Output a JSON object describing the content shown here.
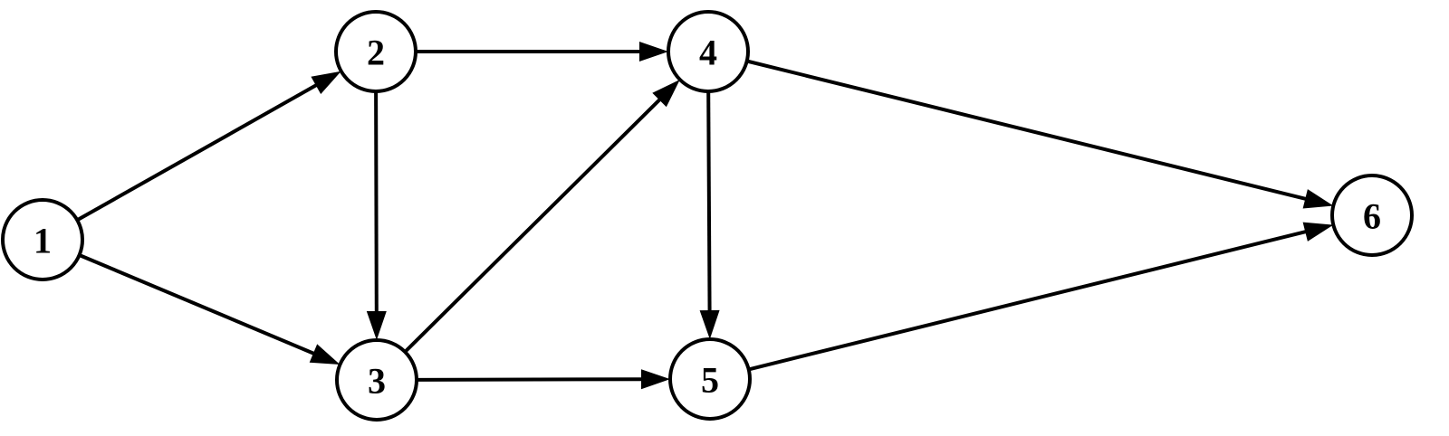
{
  "diagram": {
    "type": "directed-graph",
    "colors": {
      "stroke": "#000000",
      "fill": "#ffffff"
    },
    "nodes": [
      {
        "id": "1",
        "label": "1"
      },
      {
        "id": "2",
        "label": "2"
      },
      {
        "id": "3",
        "label": "3"
      },
      {
        "id": "4",
        "label": "4"
      },
      {
        "id": "5",
        "label": "5"
      },
      {
        "id": "6",
        "label": "6"
      }
    ],
    "edges": [
      {
        "from": "1",
        "to": "2"
      },
      {
        "from": "1",
        "to": "3"
      },
      {
        "from": "2",
        "to": "4"
      },
      {
        "from": "2",
        "to": "3"
      },
      {
        "from": "3",
        "to": "4"
      },
      {
        "from": "3",
        "to": "5"
      },
      {
        "from": "4",
        "to": "5"
      },
      {
        "from": "4",
        "to": "6"
      },
      {
        "from": "5",
        "to": "6"
      }
    ]
  }
}
